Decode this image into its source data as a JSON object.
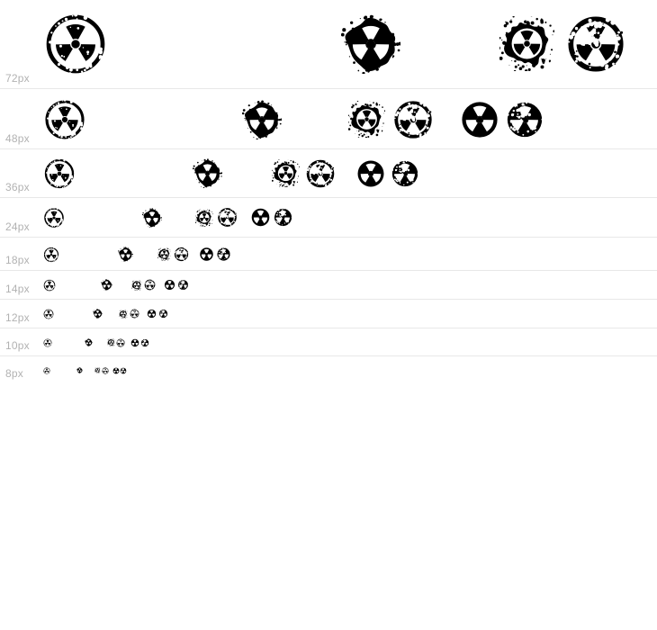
{
  "page": {
    "type": "font-glyph-waterfall-preview",
    "background_color": "#ffffff",
    "label_color": "#b2b2b2",
    "separator_color": "#e8e8e8",
    "glyph_color": "#000000"
  },
  "rows": [
    {
      "label": "72px",
      "size": 72,
      "height": 98,
      "glyph_ids": [
        "clean-ring-trefoil",
        "splatter-blob-trefoil",
        "spiky-splatter-ring-trefoil",
        "grunge-ring-trefoil",
        "solid-disc-trefoil",
        "distressed-disc-trefoil"
      ]
    },
    {
      "label": "48px",
      "size": 48,
      "height": 67,
      "glyph_ids": [
        "clean-ring-trefoil",
        "splatter-blob-trefoil",
        "spiky-splatter-ring-trefoil",
        "grunge-ring-trefoil",
        "solid-disc-trefoil",
        "distressed-disc-trefoil"
      ]
    },
    {
      "label": "36px",
      "size": 36,
      "height": 54,
      "glyph_ids": [
        "clean-ring-trefoil",
        "splatter-blob-trefoil",
        "spiky-splatter-ring-trefoil",
        "grunge-ring-trefoil",
        "solid-disc-trefoil",
        "distressed-disc-trefoil"
      ]
    },
    {
      "label": "24px",
      "size": 24,
      "height": 44,
      "glyph_ids": [
        "clean-ring-trefoil",
        "splatter-blob-trefoil",
        "spiky-splatter-ring-trefoil",
        "grunge-ring-trefoil",
        "solid-disc-trefoil",
        "distressed-disc-trefoil"
      ]
    },
    {
      "label": "18px",
      "size": 18,
      "height": 37,
      "glyph_ids": [
        "clean-ring-trefoil",
        "splatter-blob-trefoil",
        "spiky-splatter-ring-trefoil",
        "grunge-ring-trefoil",
        "solid-disc-trefoil",
        "distressed-disc-trefoil"
      ]
    },
    {
      "label": "14px",
      "size": 14,
      "height": 32,
      "glyph_ids": [
        "clean-ring-trefoil",
        "splatter-blob-trefoil",
        "spiky-splatter-ring-trefoil",
        "grunge-ring-trefoil",
        "solid-disc-trefoil",
        "distressed-disc-trefoil"
      ]
    },
    {
      "label": "12px",
      "size": 12,
      "height": 32,
      "glyph_ids": [
        "clean-ring-trefoil",
        "splatter-blob-trefoil",
        "spiky-splatter-ring-trefoil",
        "grunge-ring-trefoil",
        "solid-disc-trefoil",
        "distressed-disc-trefoil"
      ]
    },
    {
      "label": "10px",
      "size": 10,
      "height": 31,
      "glyph_ids": [
        "clean-ring-trefoil",
        "splatter-blob-trefoil",
        "spiky-splatter-ring-trefoil",
        "grunge-ring-trefoil",
        "solid-disc-trefoil",
        "distressed-disc-trefoil"
      ]
    },
    {
      "label": "8px",
      "size": 8,
      "height": 31,
      "glyph_ids": [
        "clean-ring-trefoil",
        "splatter-blob-trefoil",
        "spiky-splatter-ring-trefoil",
        "grunge-ring-trefoil",
        "solid-disc-trefoil",
        "distressed-disc-trefoil"
      ]
    }
  ],
  "glyph_metrics": {
    "clean-ring-trefoil": {
      "advance": 4.6,
      "scale": 1.0,
      "label": "radiation sign, clean thin ring"
    },
    "splatter-blob-trefoil": {
      "advance": 2.45,
      "scale": 0.92,
      "label": "radiation sign, ink splatter blob"
    },
    "spiky-splatter-ring-trefoil": {
      "advance": 1.02,
      "scale": 0.85,
      "label": "radiation sign, spiky splatter ring"
    },
    "grunge-ring-trefoil": {
      "advance": 1.55,
      "scale": 0.95,
      "label": "radiation sign, grunge distressed ring"
    },
    "solid-disc-trefoil": {
      "advance": 1.05,
      "scale": 0.95,
      "label": "radiation sign, solid filled disc"
    },
    "distressed-disc-trefoil": {
      "advance": 1.55,
      "scale": 0.95,
      "label": "radiation sign, distressed filled disc"
    }
  }
}
